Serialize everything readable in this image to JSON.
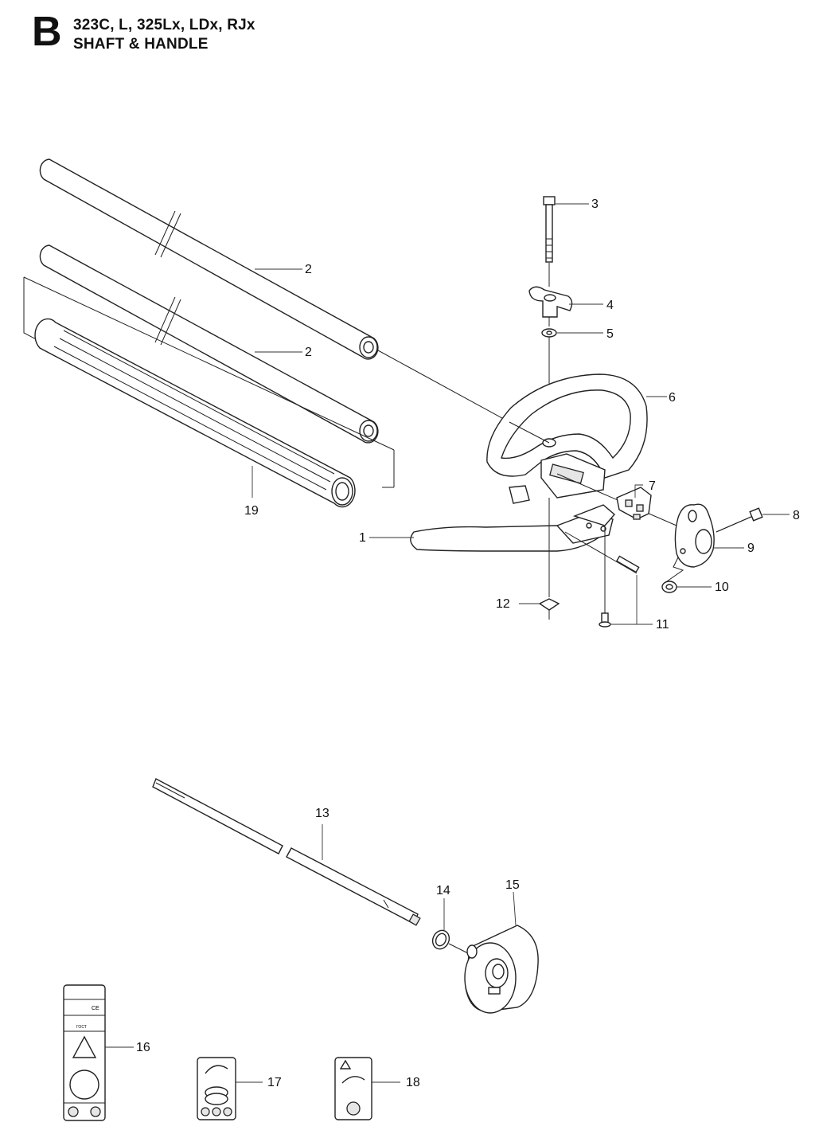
{
  "header": {
    "section_letter": "B",
    "models": "323C, L, 325Lx, LDx, RJx",
    "section_title": "SHAFT & HANDLE"
  },
  "callouts": [
    {
      "id": "c1",
      "label": "1"
    },
    {
      "id": "c2a",
      "label": "2"
    },
    {
      "id": "c2b",
      "label": "2"
    },
    {
      "id": "c3",
      "label": "3"
    },
    {
      "id": "c4",
      "label": "4"
    },
    {
      "id": "c5",
      "label": "5"
    },
    {
      "id": "c6",
      "label": "6"
    },
    {
      "id": "c7",
      "label": "7"
    },
    {
      "id": "c8",
      "label": "8"
    },
    {
      "id": "c9",
      "label": "9"
    },
    {
      "id": "c10",
      "label": "10"
    },
    {
      "id": "c11",
      "label": "11"
    },
    {
      "id": "c12",
      "label": "12"
    },
    {
      "id": "c13",
      "label": "13"
    },
    {
      "id": "c14",
      "label": "14"
    },
    {
      "id": "c15",
      "label": "15"
    },
    {
      "id": "c16",
      "label": "16"
    },
    {
      "id": "c17",
      "label": "17"
    },
    {
      "id": "c18",
      "label": "18"
    },
    {
      "id": "c19",
      "label": "19"
    }
  ],
  "decal_text": {
    "ce_mark": "CE",
    "decal_code": "ГОСТ"
  }
}
